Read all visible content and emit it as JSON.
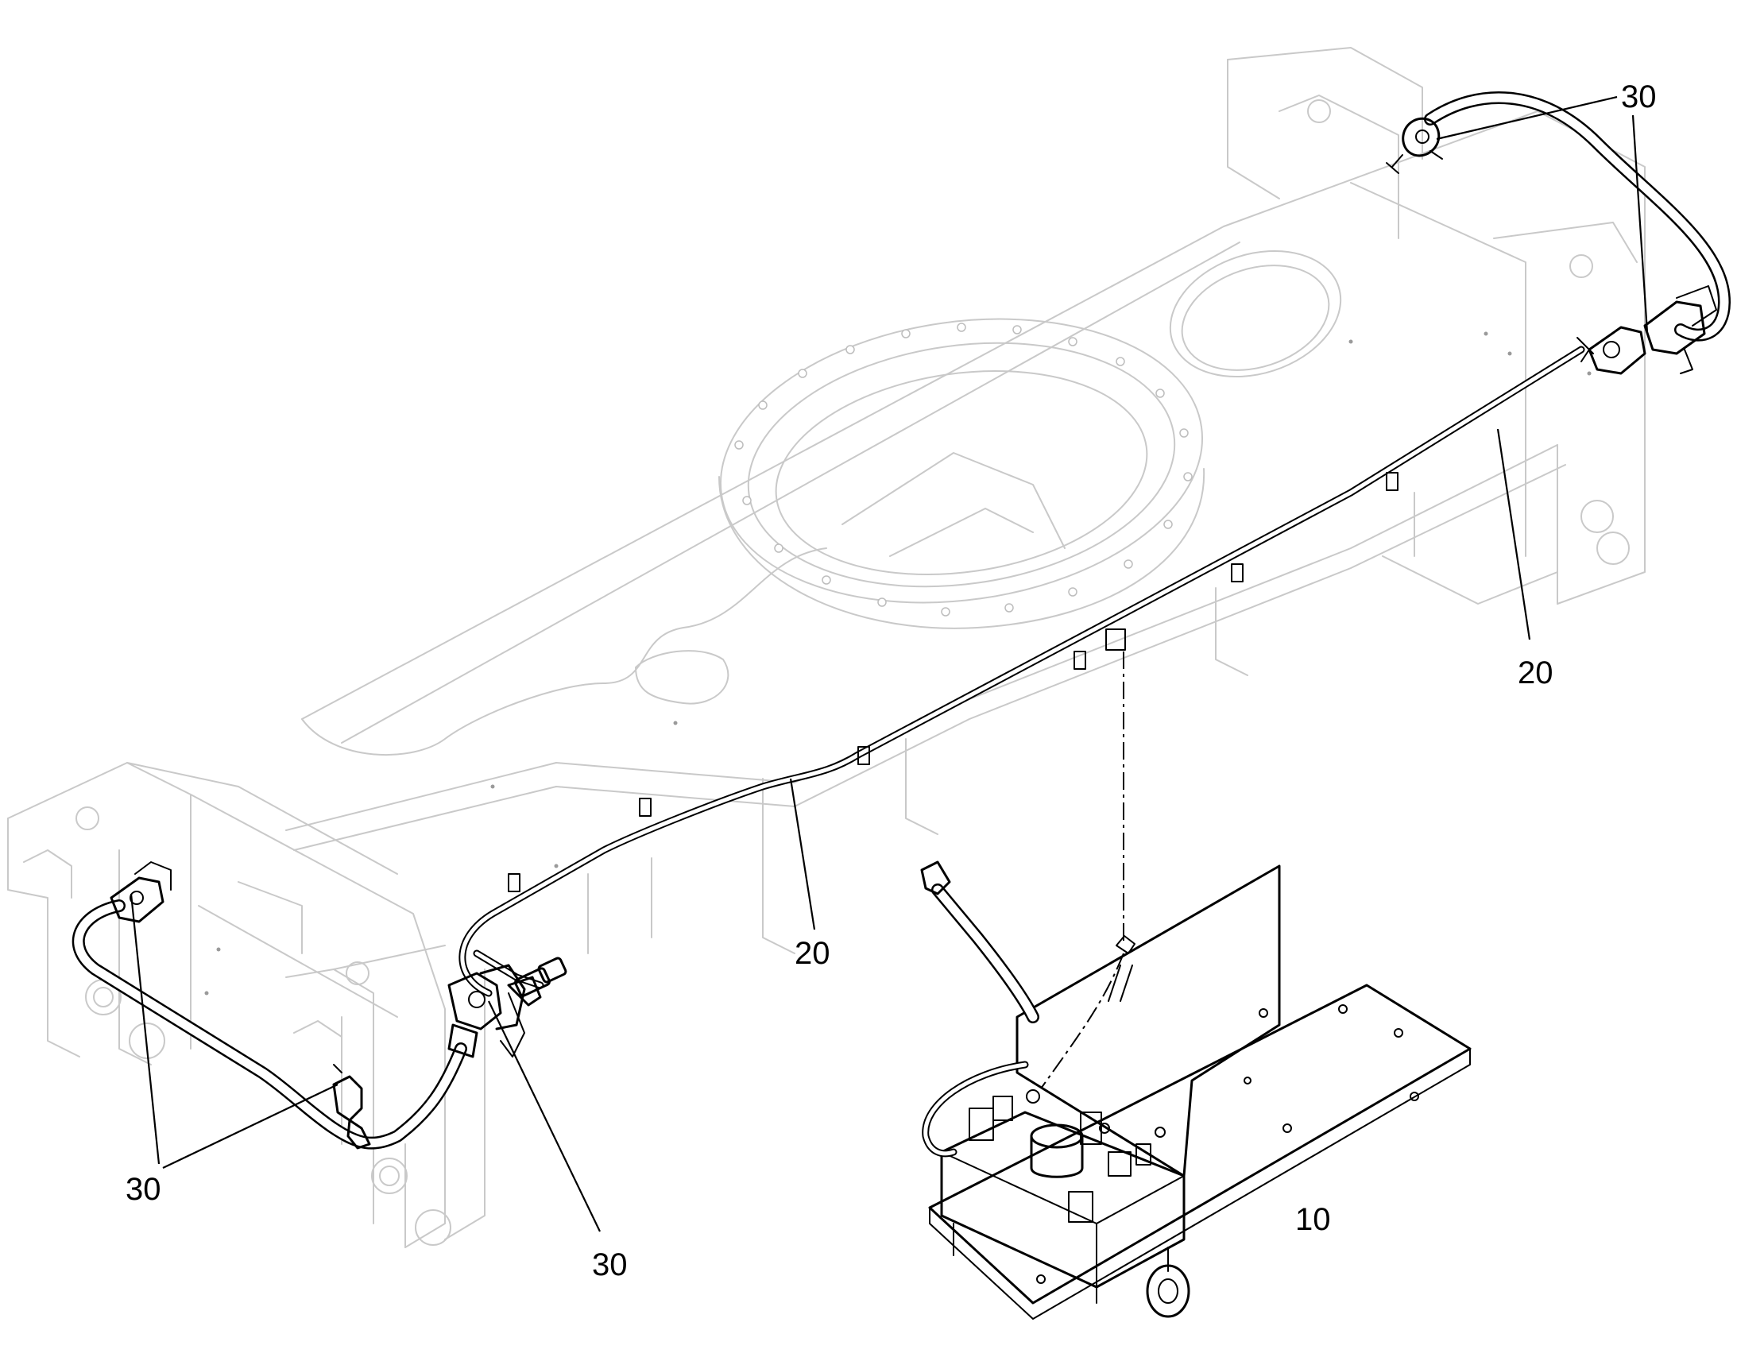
{
  "callouts": [
    {
      "id": "c30_top_right",
      "text": "30"
    },
    {
      "id": "c30_right_end",
      "text": "30"
    },
    {
      "id": "c20_right",
      "text": "20"
    },
    {
      "id": "c20_middle",
      "text": "20"
    },
    {
      "id": "c30_left_lower",
      "text": "30"
    },
    {
      "id": "c30_center_lower",
      "text": "30"
    },
    {
      "id": "c10_unit",
      "text": "10"
    }
  ]
}
